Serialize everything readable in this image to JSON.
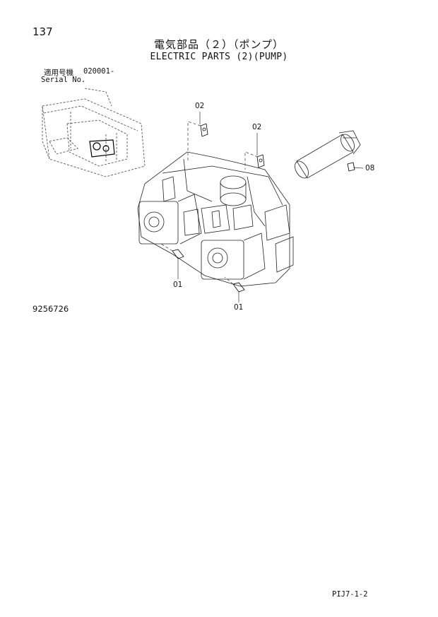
{
  "page_number": "137",
  "title_jp": "電気部品（２）（ポンプ）",
  "title_en": "ELECTRIC PARTS (2)(PUMP)",
  "serial": {
    "label_jp": "適用号機",
    "label_en": "Serial No.",
    "value": "020001-"
  },
  "drawing_number": "9256726",
  "footer_code": "PIJ7-1-2",
  "callouts": [
    {
      "id": "02",
      "text": "02"
    },
    {
      "id": "02",
      "text": "02"
    },
    {
      "id": "08",
      "text": "08"
    },
    {
      "id": "01",
      "text": "01"
    },
    {
      "id": "01",
      "text": "01"
    }
  ]
}
